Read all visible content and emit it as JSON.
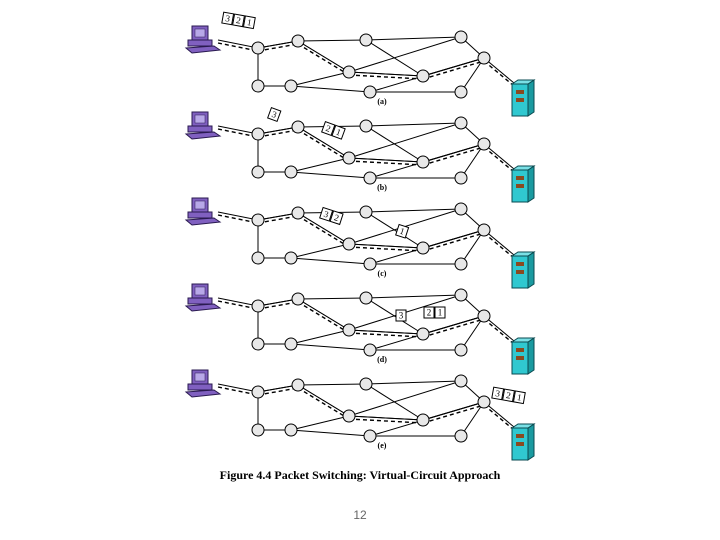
{
  "figure": {
    "caption": "Figure 4.4  Packet Switching: Virtual-Circuit Approach",
    "page_number": "12"
  },
  "panels": [
    {
      "label": "(a)",
      "packets": [
        {
          "group": [
            "3",
            "2",
            "1"
          ]
        }
      ]
    },
    {
      "label": "(b)",
      "packets": [
        {
          "group": [
            "3"
          ]
        },
        {
          "group": [
            "2",
            "1"
          ]
        }
      ]
    },
    {
      "label": "(c)",
      "packets": [
        {
          "group": [
            "3",
            "2"
          ]
        },
        {
          "group": [
            "1"
          ]
        }
      ]
    },
    {
      "label": "(d)",
      "packets": [
        {
          "group": [
            "3"
          ]
        },
        {
          "group": [
            "2",
            "1"
          ]
        }
      ]
    },
    {
      "label": "(e)",
      "packets": [
        {
          "group": [
            "3",
            "2",
            "1"
          ]
        }
      ]
    }
  ],
  "colors": {
    "computer": "#8060c0",
    "server": "#30c8d0",
    "node_fill": "#e8e8e8",
    "line": "#000000"
  },
  "icons": [
    "desktop-computer-icon",
    "server-tower-icon"
  ]
}
